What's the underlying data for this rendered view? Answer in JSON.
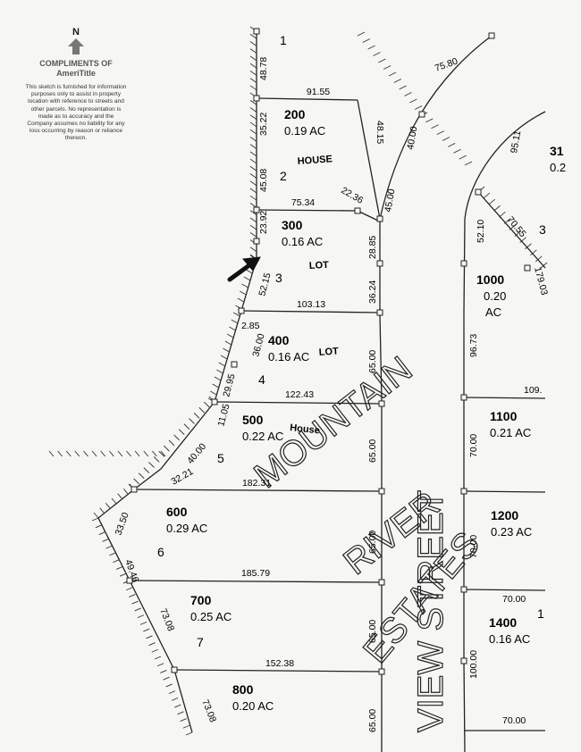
{
  "header": {
    "north_label": "N",
    "compliments": "COMPLIMENTS OF",
    "company": "AmeriTitle",
    "disclaimer": "This sketch is furnished for information purposes only to assist in property location with reference to streets and other parcels. No representation is made as to accuracy and the Company assumes no liability for any loss occurring by reason or reliance thereon."
  },
  "lots": [
    {
      "number": "200",
      "acres": "0.19 AC"
    },
    {
      "number": "300",
      "acres": "0.16 AC"
    },
    {
      "number": "400",
      "acres": "0.16 AC"
    },
    {
      "number": "500",
      "acres": "0.22 AC"
    },
    {
      "number": "600",
      "acres": "0.29 AC"
    },
    {
      "number": "700",
      "acres": "0.25 AC"
    },
    {
      "number": "800",
      "acres": "0.20 AC"
    },
    {
      "number": "1000",
      "acres": "0.20",
      "acres_unit": "AC"
    },
    {
      "number": "1100",
      "acres": "0.21 AC"
    },
    {
      "number": "1200",
      "acres": "0.23 AC"
    },
    {
      "number": "1400",
      "acres": "0.16 AC"
    },
    {
      "number": "31",
      "acres": "0.2"
    }
  ],
  "plat_numbers": [
    "1",
    "2",
    "3",
    "4",
    "5",
    "6",
    "7",
    "3",
    "1"
  ],
  "dimensions": {
    "west_edge": [
      "48.78",
      "35.22",
      "45.08",
      "23.92",
      "52.15",
      "2.85",
      "36.00",
      "29.95",
      "11.05",
      "40.00",
      "32.21",
      "33.50",
      "49.46",
      "73.08",
      "73.08"
    ],
    "lot_lines": [
      "91.55",
      "75.34",
      "103.13",
      "122.43",
      "182.31",
      "185.79",
      "152.38"
    ],
    "street_frontage": [
      "48.15",
      "40.00",
      "22.36",
      "45.00",
      "28.85",
      "36.24",
      "65.00",
      "65.00",
      "65.00",
      "65.00",
      "65.00"
    ],
    "road_curve": [
      "75.80"
    ],
    "east_side": [
      "95.11",
      "52.10",
      "70.55",
      "179.03",
      "96.73",
      "109.",
      "70.00",
      "70.00",
      "70.00",
      "100.00",
      "70.00"
    ]
  },
  "handwritten": {
    "house_1": "HOUSE",
    "lot_1": "LOT",
    "lot_2": "LOT",
    "house_2": "House"
  },
  "street_labels": {
    "mountain": "MOUNTAIN",
    "river": "RIVER",
    "view_street": "VIEW STREET",
    "estates": "ESTATES"
  }
}
